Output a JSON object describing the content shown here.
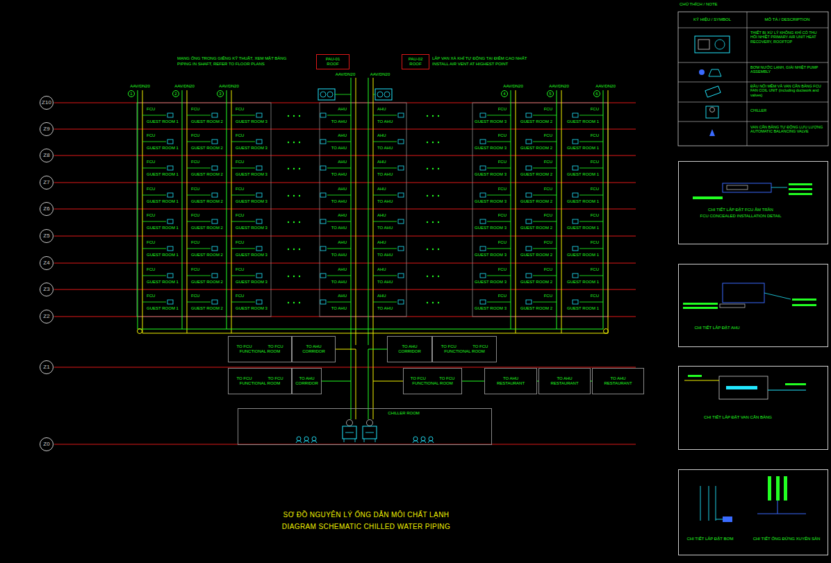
{
  "diagram": {
    "title": "SƠ ĐỒ NGUYÊN LÝ ỐNG DẪN MÔI CHẤT LẠNH",
    "caption": "DIAGRAM SCHEMATIC CHILLED WATER PIPING",
    "nodes": [
      {
        "text": [
          "PAU-01",
          "ROOF"
        ]
      },
      {
        "text": [
          "PAU-02",
          "ROOF"
        ]
      },
      {
        "text": [
          "1"
        ]
      },
      {
        "text": [
          "2"
        ]
      },
      {
        "text": [
          "3"
        ]
      },
      {
        "text": [
          "4"
        ]
      },
      {
        "text": [
          "5"
        ]
      },
      {
        "text": [
          "6"
        ]
      },
      {
        "text": [
          "Z10"
        ]
      },
      {
        "text": [
          "Z9"
        ]
      },
      {
        "text": [
          "Z8"
        ]
      },
      {
        "text": [
          "Z7"
        ]
      },
      {
        "text": [
          "Z6"
        ]
      },
      {
        "text": [
          "Z5"
        ]
      },
      {
        "text": [
          "Z4"
        ]
      },
      {
        "text": [
          "Z3"
        ]
      },
      {
        "text": [
          "Z2"
        ]
      },
      {
        "text": [
          "Z1"
        ]
      },
      {
        "text": [
          "Z0"
        ]
      },
      {
        "text": [
          "TO FCU",
          "TO FCU",
          "FUNCTIONAL ROOM"
        ]
      },
      {
        "text": [
          "TO AHU",
          "CORRIDOR"
        ]
      },
      {
        "text": [
          "TO AHU",
          "CORRIDOR"
        ]
      },
      {
        "text": [
          "TO FCU",
          "TO FCU",
          "FUNCTIONAL ROOM"
        ]
      },
      {
        "text": [
          "TO FCU",
          "TO FCU",
          "FUNCTIONAL ROOM"
        ]
      },
      {
        "text": [
          "TO AHU",
          "CORRIDOR"
        ]
      },
      {
        "text": [
          "TO FCU",
          "TO FCU",
          "FUNCTIONAL ROOM"
        ]
      },
      {
        "text": [
          "TO AHU",
          "RESTAURANT"
        ]
      },
      {
        "text": [
          "TO AHU",
          "RESTAURANT"
        ]
      },
      {
        "text": [
          "TO AHU",
          "RESTAURANT"
        ]
      },
      {
        "text": [
          "CHILLER ROOM"
        ]
      },
      {
        "text": [
          "CHI TIẾT LẮP ĐẶT FCU ÂM TRẦN",
          "FCU CONCEALED INSTALLATION DETAIL"
        ]
      },
      {
        "text": [
          "CHI TIẾT LẮP ĐẶT AHU"
        ]
      },
      {
        "text": [
          "CHI TIẾT LẮP ĐẶT VAN CÂN BẰNG"
        ]
      },
      {
        "text": [
          "CHI TIẾT LẮP ĐẶT BƠM",
          "CHI TIẾT ỐNG ĐỨNG XUYÊN SÀN"
        ]
      }
    ],
    "edges": [
      {
        "from": 29,
        "to": 20,
        "arrow": "none"
      },
      {
        "from": 29,
        "to": 21,
        "arrow": "none"
      },
      {
        "from": 29,
        "to": 24,
        "arrow": "none"
      },
      {
        "from": 29,
        "to": 25,
        "arrow": "none"
      },
      {
        "from": 25,
        "to": 26,
        "arrow": "none"
      },
      {
        "from": 26,
        "to": 27,
        "arrow": "none"
      },
      {
        "from": 27,
        "to": 28,
        "arrow": "none"
      }
    ],
    "labels": [
      "MẠNG ỐNG TRONG GIẾNG KỸ THUẬT, XEM MẶT BẰNG",
      "PIPING IN SHAFT, REFER TO FLOOR PLANS",
      "LẮP VAN XẢ KHÍ TỰ ĐỘNG TẠI ĐIỂM CAO NHẤT",
      "INSTALL AIR VENT AT HIGHEST POINT",
      "AAV/DN20",
      "AAV/DN20",
      "AAV/DN20",
      "AAV/DN20",
      "AAV/DN20",
      "AAV/DN20",
      "AAV/DN20",
      "AAV/DN20",
      "FCU",
      "GUEST ROOM 1",
      "FCU",
      "GUEST ROOM 2",
      "FCU",
      "GUEST ROOM 3",
      "AHU",
      "TO AHU",
      "AHU",
      "TO AHU",
      "FCU",
      "GUEST ROOM 3",
      "FCU",
      "GUEST ROOM 2",
      "FCU",
      "GUEST ROOM 1",
      "FCU",
      "GUEST ROOM 1",
      "FCU",
      "GUEST ROOM 2",
      "FCU",
      "GUEST ROOM 3",
      "AHU",
      "TO AHU",
      "AHU",
      "TO AHU",
      "FCU",
      "GUEST ROOM 3",
      "FCU",
      "GUEST ROOM 2",
      "FCU",
      "GUEST ROOM 1",
      "FCU",
      "GUEST ROOM 1",
      "FCU",
      "GUEST ROOM 2",
      "FCU",
      "GUEST ROOM 3",
      "AHU",
      "TO AHU",
      "AHU",
      "TO AHU",
      "FCU",
      "GUEST ROOM 3",
      "FCU",
      "GUEST ROOM 2",
      "FCU",
      "GUEST ROOM 1",
      "FCU",
      "GUEST ROOM 1",
      "FCU",
      "GUEST ROOM 2",
      "FCU",
      "GUEST ROOM 3",
      "AHU",
      "TO AHU",
      "AHU",
      "TO AHU",
      "FCU",
      "GUEST ROOM 3",
      "FCU",
      "GUEST ROOM 2",
      "FCU",
      "GUEST ROOM 1",
      "FCU",
      "GUEST ROOM 1",
      "FCU",
      "GUEST ROOM 2",
      "FCU",
      "GUEST ROOM 3",
      "AHU",
      "TO AHU",
      "AHU",
      "TO AHU",
      "FCU",
      "GUEST ROOM 3",
      "FCU",
      "GUEST ROOM 2",
      "FCU",
      "GUEST ROOM 1",
      "FCU",
      "GUEST ROOM 1",
      "FCU",
      "GUEST ROOM 2",
      "FCU",
      "GUEST ROOM 3",
      "AHU",
      "TO AHU",
      "AHU",
      "TO AHU",
      "FCU",
      "GUEST ROOM 3",
      "FCU",
      "GUEST ROOM 2",
      "FCU",
      "GUEST ROOM 1",
      "FCU",
      "GUEST ROOM 1",
      "FCU",
      "GUEST ROOM 2",
      "FCU",
      "GUEST ROOM 3",
      "AHU",
      "TO AHU",
      "AHU",
      "TO AHU",
      "FCU",
      "GUEST ROOM 3",
      "FCU",
      "GUEST ROOM 2",
      "FCU",
      "GUEST ROOM 1",
      "FCU",
      "GUEST ROOM 1",
      "FCU",
      "GUEST ROOM 2",
      "FCU",
      "GUEST ROOM 3",
      "AHU",
      "TO AHU",
      "AHU",
      "TO AHU",
      "FCU",
      "GUEST ROOM 3",
      "FCU",
      "GUEST ROOM 2",
      "FCU",
      "GUEST ROOM 1",
      "CHÚ THÍCH / NOTE",
      "KÝ HIỆU / SYMBOL",
      "MÔ TẢ / DESCRIPTION"
    ],
    "legend": [
      {
        "text": "THIẾT BỊ XỬ LÝ KHÔNG KHÍ CÓ THU HỒI NHIỆT PRIMARY AIR UNIT HEAT RECOVERY, ROOFTOP"
      },
      {
        "text": "BƠM NƯỚC LẠNH, GIẢI NHIỆT PUMP ASSEMBLY"
      },
      {
        "text": "ĐẦU NỐI MỀM VÀ VAN CÂN BẰNG FCU FAN COIL UNIT (including ductwork and valves)"
      },
      {
        "text": "CHILLER"
      },
      {
        "text": "VAN CÂN BẰNG TỰ ĐỘNG LƯU LƯỢNG AUTOMATIC BALANCING VALVE"
      }
    ]
  }
}
